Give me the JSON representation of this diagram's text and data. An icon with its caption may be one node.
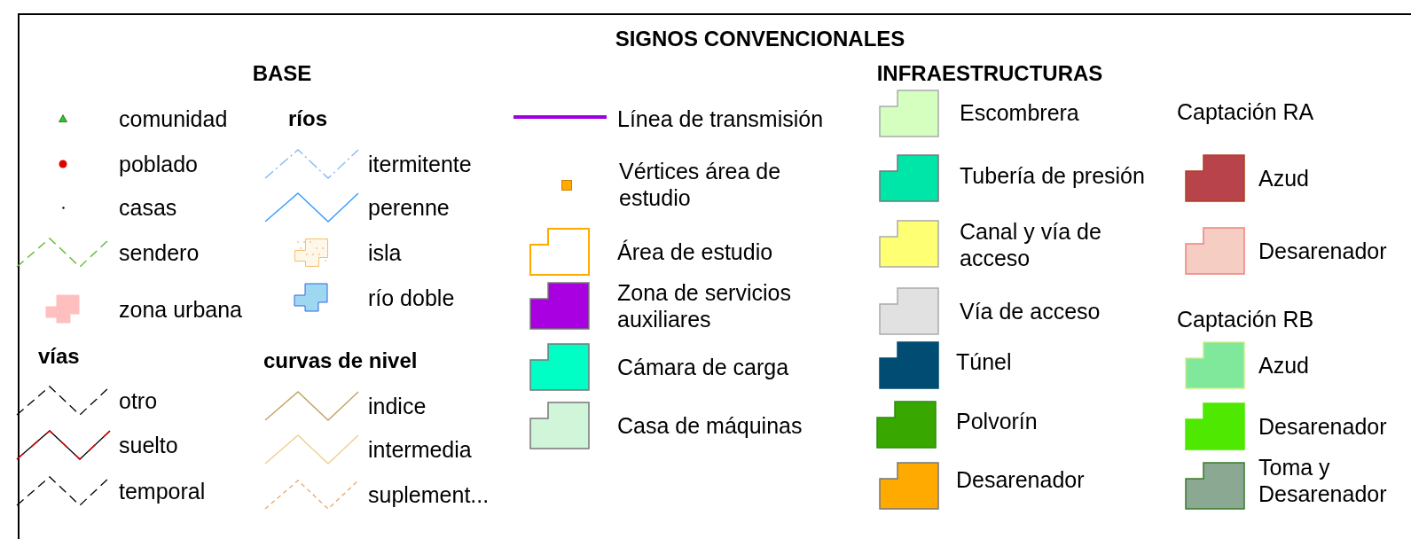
{
  "diagram": {
    "title": "SIGNOS CONVENCIONALES",
    "labels": [
      "BASE",
      "ríos",
      "vías",
      "curvas de nivel",
      "INFRAESTRUCTURAS",
      "Captación RA",
      "Captación RB"
    ],
    "legend": [
      {
        "text": "comunidad"
      },
      {
        "text": "poblado"
      },
      {
        "text": "casas"
      },
      {
        "text": "sendero"
      },
      {
        "text": "zona urbana",
        "color": "#ffbfbf"
      },
      {
        "text": "itermitente"
      },
      {
        "text": "perenne"
      },
      {
        "text": "isla"
      },
      {
        "text": "río doble",
        "color": "#9dd8f0"
      },
      {
        "text": "otro"
      },
      {
        "text": "suelto"
      },
      {
        "text": "temporal"
      },
      {
        "text": "indice"
      },
      {
        "text": "intermedia"
      },
      {
        "text": "suplement..."
      },
      {
        "text": "Línea de transmisión"
      },
      {
        "text": "Vértices área de estudio"
      },
      {
        "text": "Área de estudio"
      },
      {
        "text": "Zona de servicios auxiliares",
        "color": "#a800e0"
      },
      {
        "text": "Cámara de carga",
        "color": "#00ffc5"
      },
      {
        "text": "Casa de máquinas",
        "color": "#d0f5d8"
      },
      {
        "text": "Escombrera",
        "color": "#d4ffbe"
      },
      {
        "text": "Tubería de presión",
        "color": "#00e6a9"
      },
      {
        "text": "Canal y vía de acceso",
        "color": "#ffff73"
      },
      {
        "text": "Vía de acceso",
        "color": "#e1e1e1"
      },
      {
        "text": "Túnel",
        "color": "#004c73"
      },
      {
        "text": "Polvorín",
        "color": "#38a800"
      },
      {
        "text": "Desarenador",
        "color": "#ffaa00"
      },
      {
        "text": "Azud",
        "color": "#b8434a"
      },
      {
        "text": "Desarenador",
        "color": "#f5cdc3"
      },
      {
        "text": "Azud",
        "color": "#80e89a"
      },
      {
        "text": "Desarenador",
        "color": "#4ee800"
      },
      {
        "text": "Toma y Desarenador",
        "color": "#8aa892"
      }
    ]
  }
}
